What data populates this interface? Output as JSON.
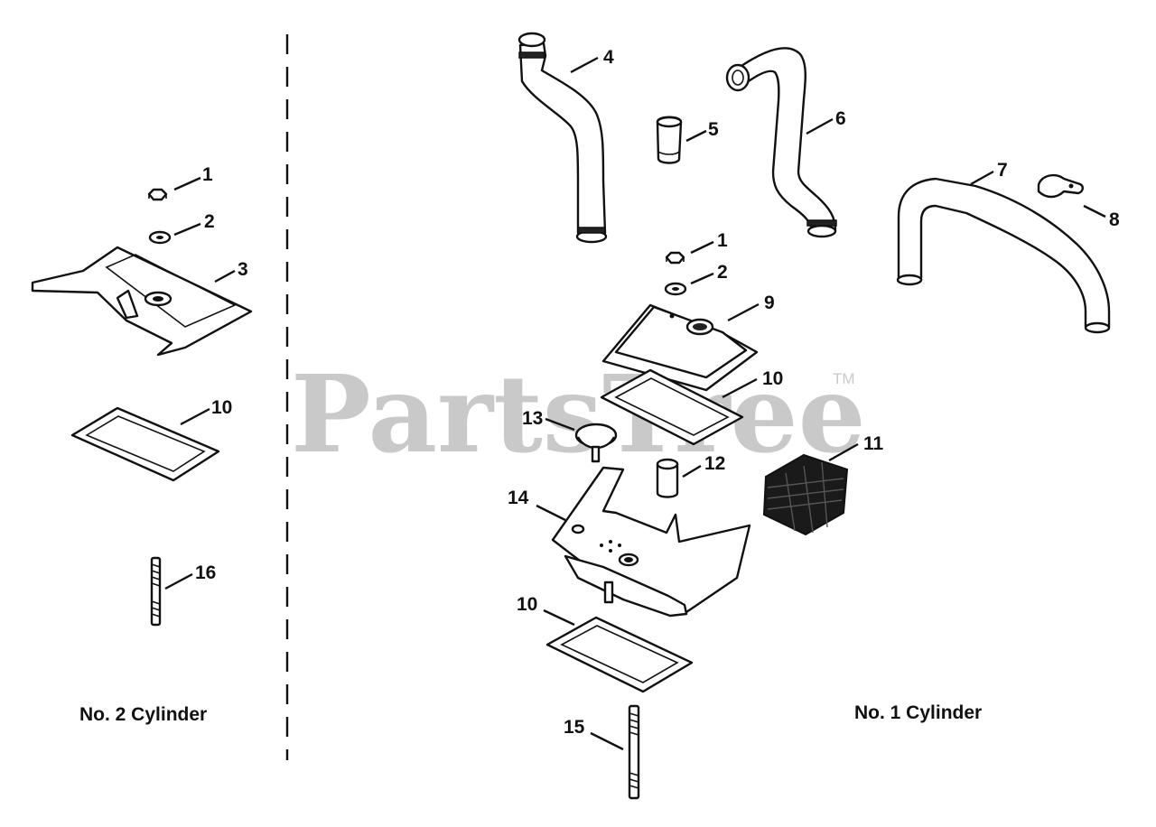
{
  "watermark": {
    "text": "PartsTree",
    "tm": "TM"
  },
  "sections": {
    "left": {
      "label": "No. 2 Cylinder"
    },
    "right": {
      "label": "No. 1 Cylinder"
    }
  },
  "callouts": {
    "left_1": "1",
    "left_2": "2",
    "left_3": "3",
    "left_10": "10",
    "left_16": "16",
    "r_4": "4",
    "r_5": "5",
    "r_6": "6",
    "r_7": "7",
    "r_8": "8",
    "r_1": "1",
    "r_2": "2",
    "r_9": "9",
    "r_10a": "10",
    "r_11": "11",
    "r_12": "12",
    "r_13": "13",
    "r_14": "14",
    "r_10b": "10",
    "r_15": "15"
  }
}
